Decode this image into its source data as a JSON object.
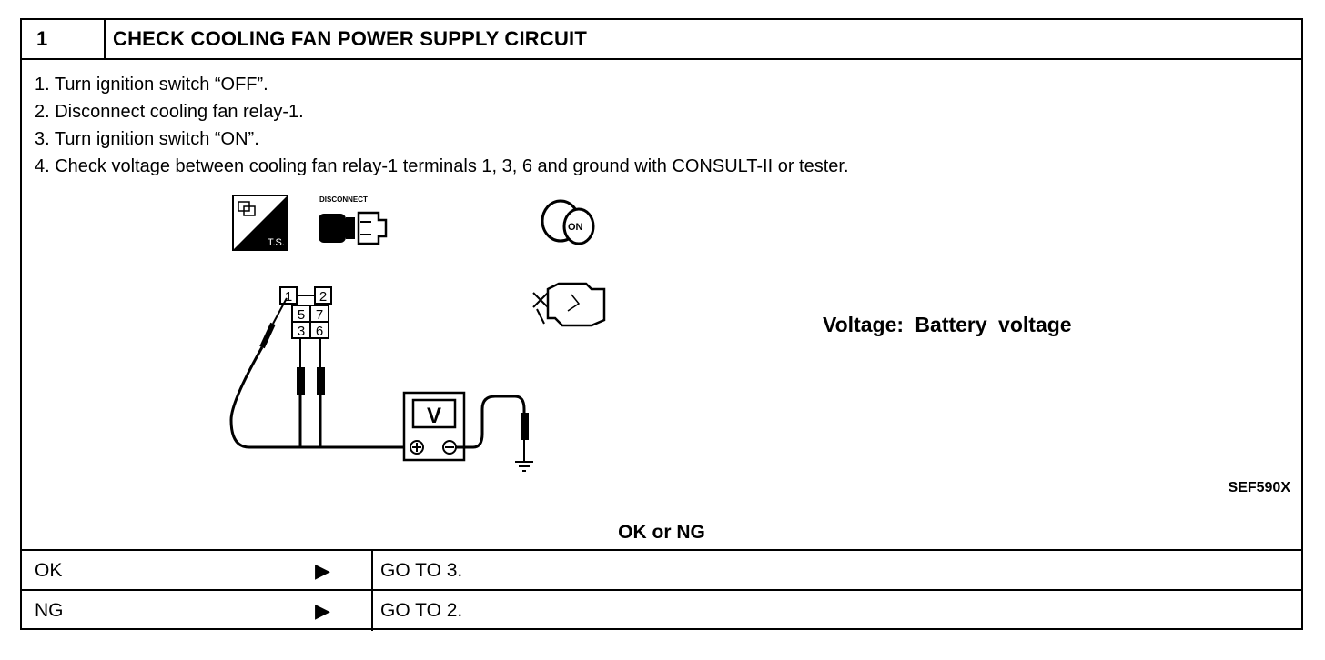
{
  "header": {
    "step_number": "1",
    "title": "CHECK COOLING FAN POWER SUPPLY CIRCUIT"
  },
  "instructions": [
    "1.  Turn ignition switch “OFF”.",
    "2.  Disconnect cooling fan relay-1.",
    "3.  Turn ignition switch “ON”.",
    "4.  Check voltage between cooling fan relay-1 terminals 1, 3, 6 and ground with CONSULT-II or tester."
  ],
  "diagram": {
    "icons": {
      "ts_label": "T.S.",
      "disconnect_label": "DISCONNECT",
      "ignition_label": "ON"
    },
    "relay_terminals": [
      "1",
      "2",
      "5",
      "7",
      "3",
      "6"
    ],
    "meter_label": "V",
    "voltage_spec": "Voltage:  Battery  voltage",
    "figure_code": "SEF590X"
  },
  "results": {
    "prompt": "OK or NG",
    "rows": [
      {
        "label": "OK",
        "arrow": "▶",
        "action": "GO TO 3."
      },
      {
        "label": "NG",
        "arrow": "▶",
        "action": "GO TO 2."
      }
    ]
  }
}
